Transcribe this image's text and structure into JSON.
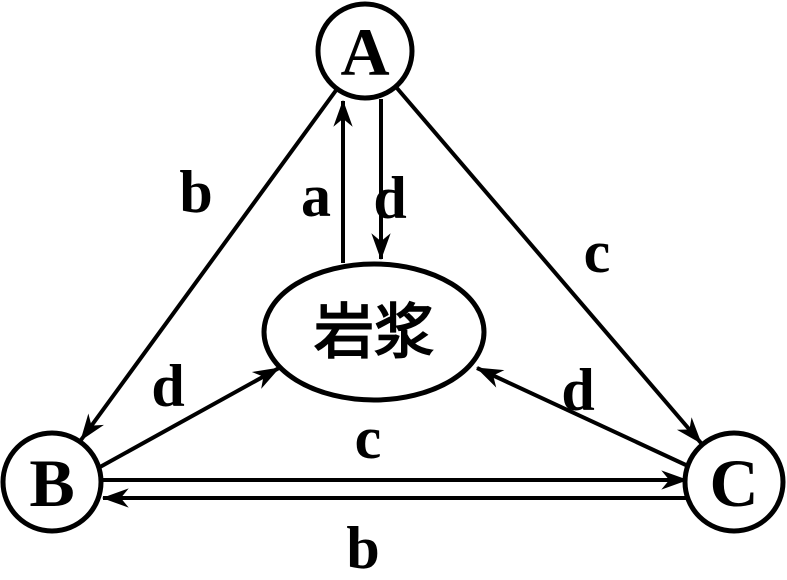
{
  "diagram": {
    "title": "rock-cycle-triangle-diagram",
    "colors": {
      "background": "#ffffff",
      "stroke": "#000000",
      "text": "#000000"
    },
    "nodes": {
      "a": {
        "label": "A"
      },
      "b": {
        "label": "B"
      },
      "c": {
        "label": "C"
      },
      "magma": {
        "label": "岩浆"
      }
    },
    "edges": {
      "a_to_b": {
        "label": "b",
        "from": "A",
        "to": "B"
      },
      "a_to_c": {
        "label": "c",
        "from": "A",
        "to": "C"
      },
      "magma_to_a": {
        "label": "a",
        "from": "岩浆",
        "to": "A"
      },
      "a_to_magma": {
        "label": "d",
        "from": "A",
        "to": "岩浆"
      },
      "b_to_magma": {
        "label": "d",
        "from": "B",
        "to": "岩浆"
      },
      "c_to_magma": {
        "label": "d",
        "from": "C",
        "to": "岩浆"
      },
      "b_to_c": {
        "label": "c",
        "from": "B",
        "to": "C"
      },
      "c_to_b": {
        "label": "b",
        "from": "C",
        "to": "B"
      }
    }
  }
}
